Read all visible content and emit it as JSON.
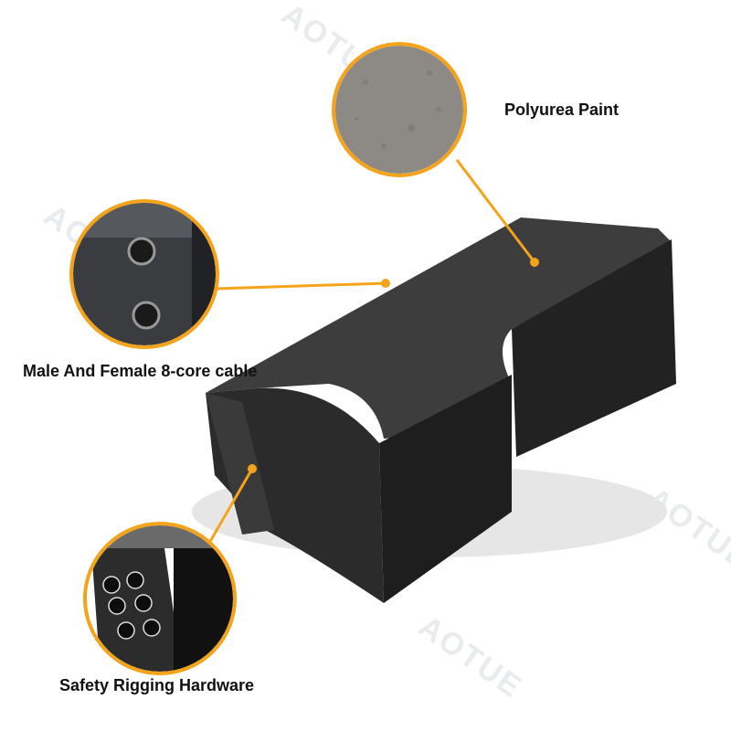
{
  "watermark": "AOTUE",
  "callouts": [
    {
      "label": "Polyurea Paint"
    },
    {
      "label": "Male And Female 8-core cable"
    },
    {
      "label": "Safety Rigging Hardware"
    }
  ],
  "colors": {
    "accent": "#F5A31A",
    "cabinet": "#2b2b2b",
    "text": "#111111"
  }
}
